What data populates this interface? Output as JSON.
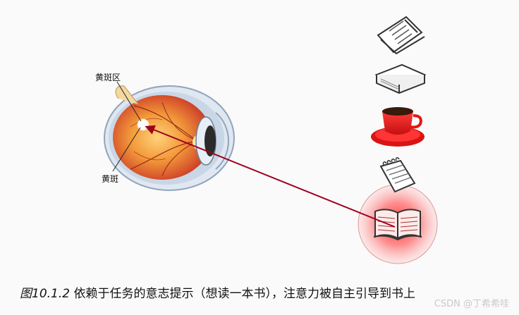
{
  "labels": {
    "macula_region": "黄斑区",
    "macula": "黄斑"
  },
  "icons": [
    "newspaper-icon",
    "book-closed-icon",
    "coffee-cup-icon",
    "notepad-icon",
    "open-book-icon"
  ],
  "colors": {
    "arrow": "#a0001c",
    "highlight": "#ff2a2a",
    "coffee_cup": "#e31b1b"
  },
  "caption": {
    "figure_number": "图10.1.2",
    "text": "依赖于任务的意志提示（想读一本书），注意力被自主引导到书上"
  },
  "watermark": "CSDN @丁希希哇"
}
